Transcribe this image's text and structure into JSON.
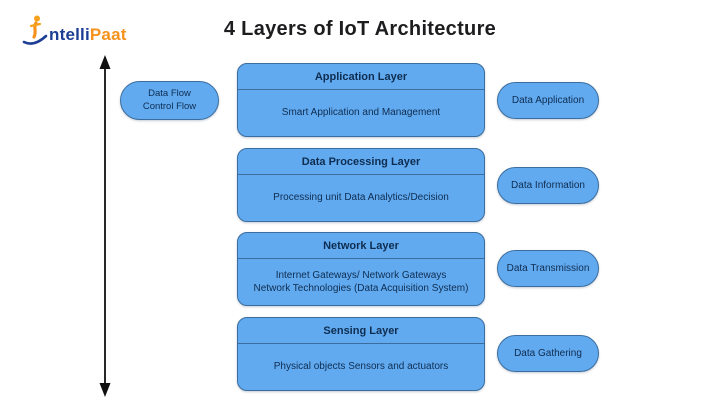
{
  "logo": {
    "text_navy": "ntelli",
    "text_orange": "Paat"
  },
  "title": "4 Layers of IoT Architecture",
  "flow_pill": {
    "line1": "Data Flow",
    "line2": "Control Flow"
  },
  "layers": [
    {
      "name": "Application Layer",
      "lines": [
        "Smart Application and Management"
      ],
      "tag": "Data Application"
    },
    {
      "name": "Data Processing Layer",
      "lines": [
        "Processing unit Data Analytics/Decision"
      ],
      "tag": "Data Information"
    },
    {
      "name": "Network Layer",
      "lines": [
        "Internet Gateways/ Network Gateways",
        "Network Technologies (Data Acquisition System)"
      ],
      "tag": "Data Transmission"
    },
    {
      "name": "Sensing Layer",
      "lines": [
        "Physical objects Sensors and actuators"
      ],
      "tag": "Data Gathering"
    }
  ],
  "colors": {
    "node_fill": "#62aaf0",
    "node_border": "#3b6e9e",
    "node_text": "#0e2d50",
    "title_text": "#1d1d1f",
    "logo_navy": "#1c3e94",
    "logo_orange": "#f6921e",
    "arrow": "#101010"
  }
}
